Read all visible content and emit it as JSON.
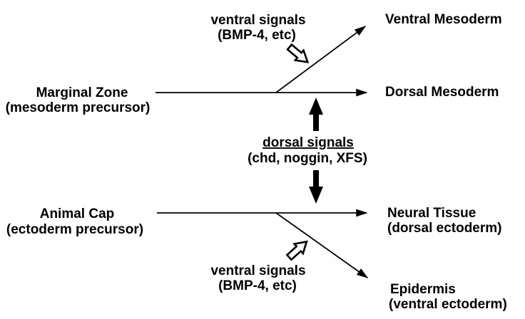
{
  "figure": {
    "type": "developmental-signaling-diagram",
    "colors": {
      "ink": "#000000",
      "background": "#ffffff"
    },
    "mesoderm_pathway": {
      "source": "Marginal Zone",
      "source_subtitle": "(mesoderm precursor)",
      "ventral_signals_label": "ventral signals",
      "ventral_signals_detail": "(BMP-4, etc)",
      "ventral_outcome": "Ventral Mesoderm",
      "dorsal_outcome": "Dorsal Mesoderm"
    },
    "dorsal_signals": {
      "label": "dorsal signals",
      "detail": "(chd, noggin, XFS)"
    },
    "ectoderm_pathway": {
      "source": "Animal Cap",
      "source_subtitle": "(ectoderm precursor)",
      "ventral_signals_label": "ventral signals",
      "ventral_signals_detail": "(BMP-4, etc)",
      "dorsal_outcome": "Neural Tissue",
      "dorsal_outcome_subtitle": "(dorsal ectoderm)",
      "ventral_outcome": "Epidermis",
      "ventral_outcome_subtitle": "(ventral ectoderm)"
    }
  }
}
